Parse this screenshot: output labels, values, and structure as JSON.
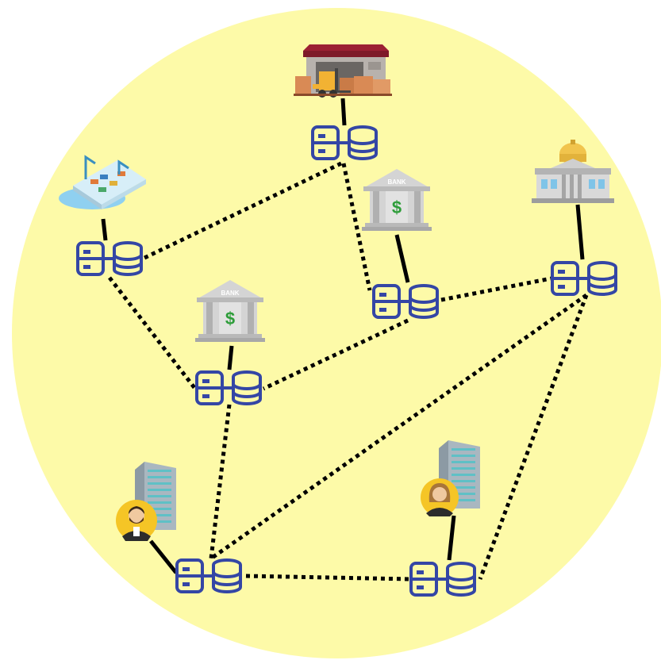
{
  "background": {
    "circle_color": "#fdfaa8"
  },
  "colors": {
    "node_icon": "#3446a5",
    "link_solid": "#000000",
    "bank_body": "#b9b9b9",
    "bank_dollar": "#2e9d3a",
    "roof_red": "#9c2033",
    "crate_orange": "#d98a55",
    "forklift_yellow": "#f2b233",
    "port_water": "#8fd0f0",
    "dome_gold": "#f1c44d",
    "avatar_bg": "#f5c526"
  },
  "bank_label": "BANK",
  "entities": [
    {
      "id": "warehouse",
      "icon": "warehouse-forklift-icon"
    },
    {
      "id": "port",
      "icon": "cargo-port-icon"
    },
    {
      "id": "bank1",
      "icon": "bank-icon"
    },
    {
      "id": "government",
      "icon": "government-building-icon"
    },
    {
      "id": "bank2",
      "icon": "bank-icon"
    },
    {
      "id": "company_man",
      "icon": "office-building-man-icon"
    },
    {
      "id": "company_woman",
      "icon": "office-building-woman-icon"
    }
  ],
  "nodes": [
    {
      "id": "n_warehouse",
      "icon": "server-database-icon"
    },
    {
      "id": "n_port",
      "icon": "server-database-icon"
    },
    {
      "id": "n_bank1",
      "icon": "server-database-icon"
    },
    {
      "id": "n_government",
      "icon": "server-database-icon"
    },
    {
      "id": "n_bank2",
      "icon": "server-database-icon"
    },
    {
      "id": "n_company_man",
      "icon": "server-database-icon"
    },
    {
      "id": "n_company_woman",
      "icon": "server-database-icon"
    }
  ],
  "links": [
    {
      "from": "warehouse",
      "to": "n_warehouse",
      "style": "solid"
    },
    {
      "from": "port",
      "to": "n_port",
      "style": "solid"
    },
    {
      "from": "bank1",
      "to": "n_bank1",
      "style": "solid"
    },
    {
      "from": "government",
      "to": "n_government",
      "style": "solid"
    },
    {
      "from": "bank2",
      "to": "n_bank2",
      "style": "solid"
    },
    {
      "from": "company_man",
      "to": "n_company_man",
      "style": "solid"
    },
    {
      "from": "company_woman",
      "to": "n_company_woman",
      "style": "solid"
    },
    {
      "from": "n_warehouse",
      "to": "n_port",
      "style": "dotted"
    },
    {
      "from": "n_warehouse",
      "to": "n_bank1",
      "style": "dotted"
    },
    {
      "from": "n_port",
      "to": "n_bank2",
      "style": "dotted"
    },
    {
      "from": "n_bank1",
      "to": "n_government",
      "style": "dotted"
    },
    {
      "from": "n_bank1",
      "to": "n_bank2",
      "style": "dotted"
    },
    {
      "from": "n_bank2",
      "to": "n_company_man",
      "style": "dotted"
    },
    {
      "from": "n_government",
      "to": "n_company_man",
      "style": "dotted"
    },
    {
      "from": "n_government",
      "to": "n_company_woman",
      "style": "dotted"
    },
    {
      "from": "n_company_man",
      "to": "n_company_woman",
      "style": "dotted"
    }
  ]
}
